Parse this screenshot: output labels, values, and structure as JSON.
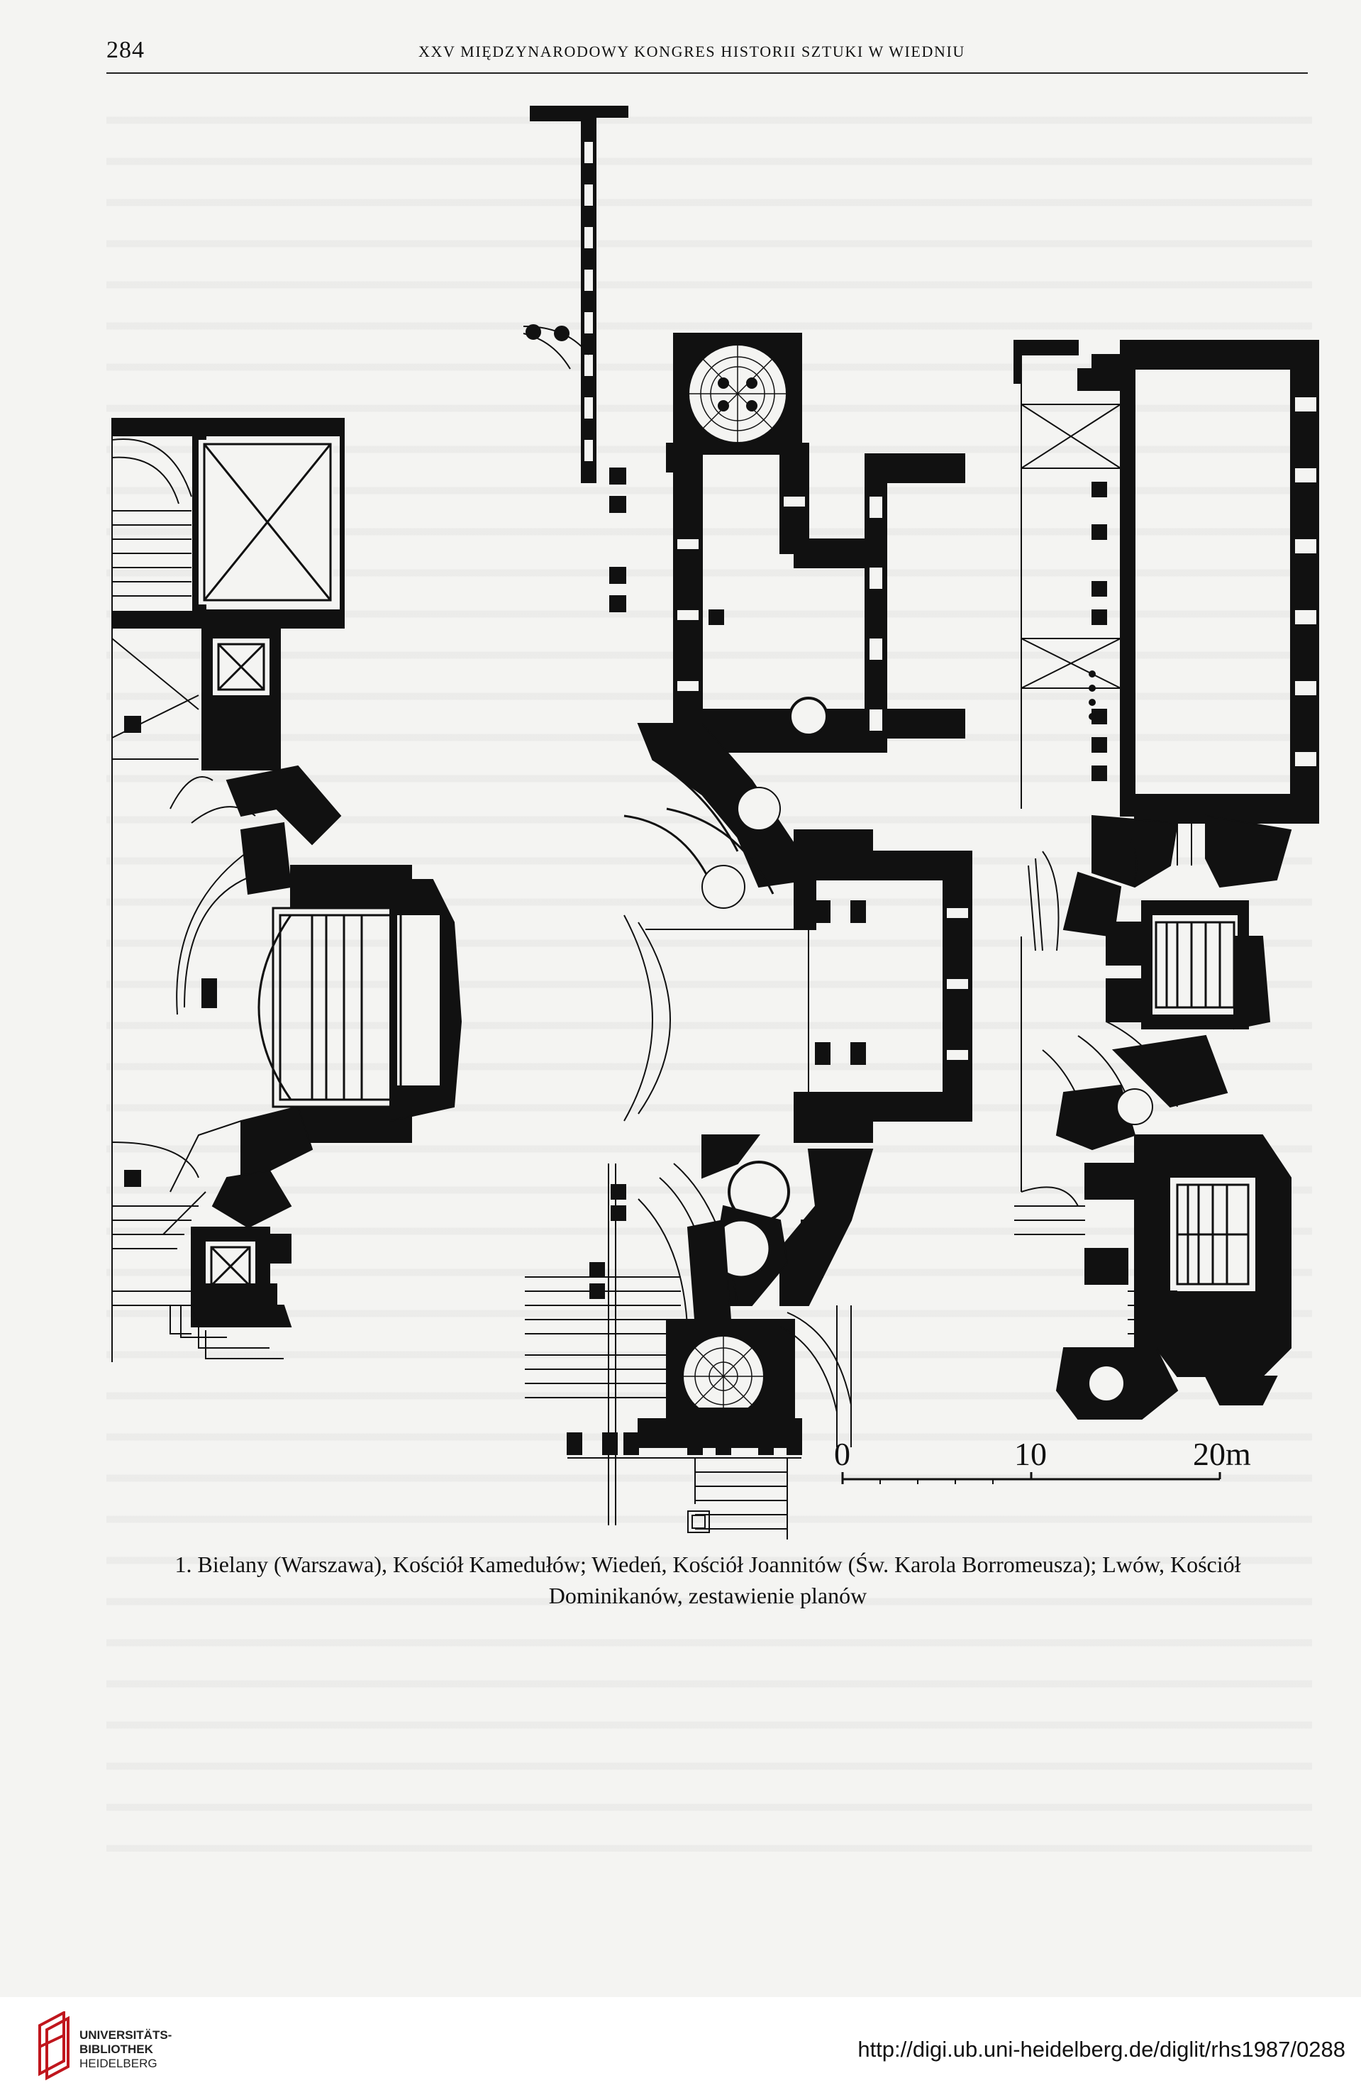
{
  "header": {
    "page_number": "284",
    "running_title": "XXV MIĘDZYNARODOWY KONGRES HISTORII SZTUKI W WIEDNIU"
  },
  "figure": {
    "scale_labels": [
      "0",
      "10",
      "20m"
    ]
  },
  "caption": {
    "line1": "1. Bielany (Warszawa), Kościół Kamedułów; Wiedeń, Kościół Joannitów (Św. Karola Borromeusza); Lwów, Kościół",
    "line2": "Dominikanów, zestawienie planów"
  },
  "footer": {
    "library_lines": [
      "UNIVERSITÄTS-",
      "BIBLIOTHEK",
      "HEIDELBERG"
    ],
    "url": "http://digi.ub.uni-heidelberg.de/diglit/rhs1987/0288",
    "logo_color": "#c0161d"
  }
}
